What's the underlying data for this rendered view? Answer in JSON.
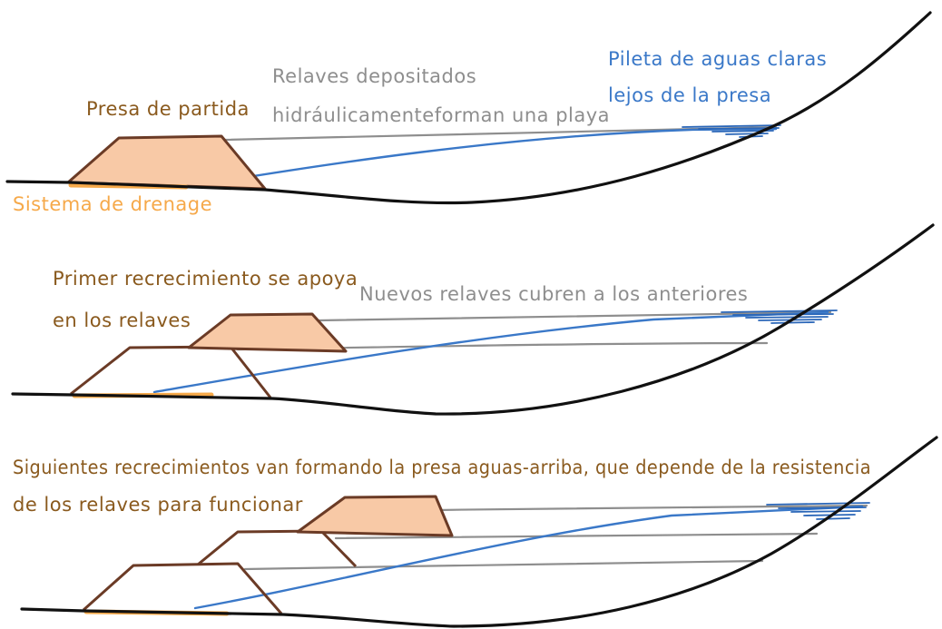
{
  "panel1": {
    "dam_label": "Presa de partida",
    "tailings_label_line1": "Relaves depositados",
    "tailings_label_line2": "hidráulicamenteforman una playa",
    "pond_label_line1": "Pileta de aguas claras",
    "pond_label_line2": "lejos de la presa",
    "drain_label": "Sistema de drenage"
  },
  "panel2": {
    "raise_label_line1": "Primer recrecimiento se apoya",
    "raise_label_line2": "en los relaves",
    "tailings_label": "Nuevos relaves cubren a los anteriores"
  },
  "panel3": {
    "label_line1": "Siguientes recrecimientos van formando la presa aguas-arriba, que depende de la resistencia",
    "label_line2": "de los relaves para funcionar"
  },
  "colors": {
    "dam_fill": "#f8c9a6",
    "dam_stroke": "#6b3b26",
    "dam_text": "#8a5a1e",
    "tailings": "#8e8e8e",
    "phreatic_line": "#3a78c8",
    "drain": "#f6a94a",
    "ground": "#111111"
  }
}
